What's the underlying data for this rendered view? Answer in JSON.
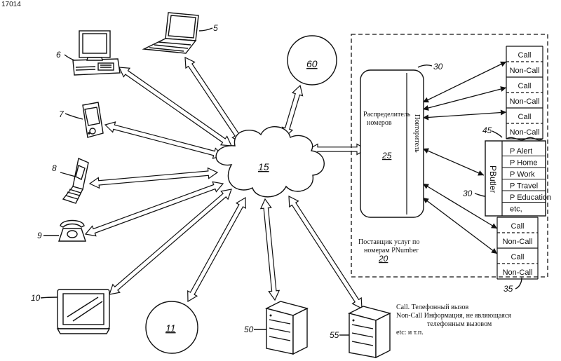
{
  "figure_id": "17014",
  "cloud": {
    "label": "15"
  },
  "nodes": {
    "n60": "60",
    "n11": "11",
    "laptop": "5",
    "desktop": "6",
    "pda": "7",
    "mobile": "8",
    "phone": "9",
    "tv": "10",
    "server1": "50",
    "server2": "55"
  },
  "distributor": {
    "ref": "30",
    "label_line1": "Распределитель",
    "label_line2": "номеров",
    "repeater": "Повторитель",
    "num": "25"
  },
  "provider": {
    "line1": "Поставщик услуг по",
    "line2": "номерам PNumber",
    "num": "20",
    "region_ref": "35"
  },
  "stacks": {
    "top": [
      "Call",
      "Non-Call",
      "Call",
      "Non-Call",
      "Call",
      "Non-Call"
    ],
    "ref45": "45",
    "pbutler_title": "PButler",
    "pbutler_ref": "30",
    "pbutler_items": [
      "P Alert",
      "P Home",
      "P Work",
      "P Travel",
      "P Education",
      "etc,"
    ],
    "bottom": [
      "Call",
      "Non-Call",
      "Call",
      "Non-Call"
    ]
  },
  "legend": {
    "line1": "Call. Телефонный вызов",
    "line2": "Non-Call  Информация, не являющаяся",
    "line3": "телефонным вызовом",
    "line4": "etc: и т.п."
  }
}
